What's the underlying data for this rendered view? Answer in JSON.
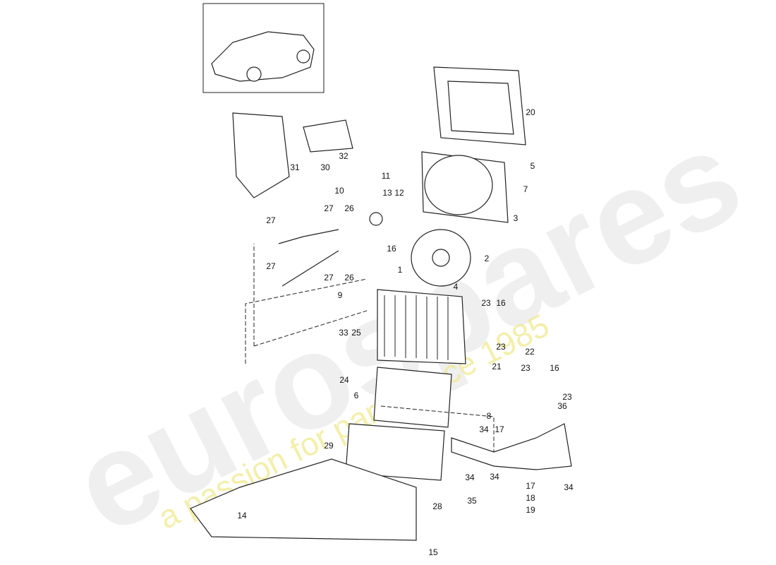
{
  "watermark": {
    "brand": "eurospares",
    "tagline": "a passion for parts since 1985"
  },
  "callouts": [
    "20",
    "5",
    "7",
    "3",
    "2",
    "4",
    "1",
    "11",
    "13",
    "12",
    "10",
    "27",
    "26",
    "27",
    "16",
    "27",
    "27",
    "26",
    "9",
    "31",
    "30",
    "32",
    "23",
    "16",
    "21",
    "23",
    "22",
    "23",
    "16",
    "23",
    "36",
    "33",
    "25",
    "24",
    "6",
    "8",
    "34",
    "17",
    "29",
    "34",
    "34",
    "17",
    "34",
    "18",
    "19",
    "28",
    "35",
    "14",
    "15"
  ]
}
